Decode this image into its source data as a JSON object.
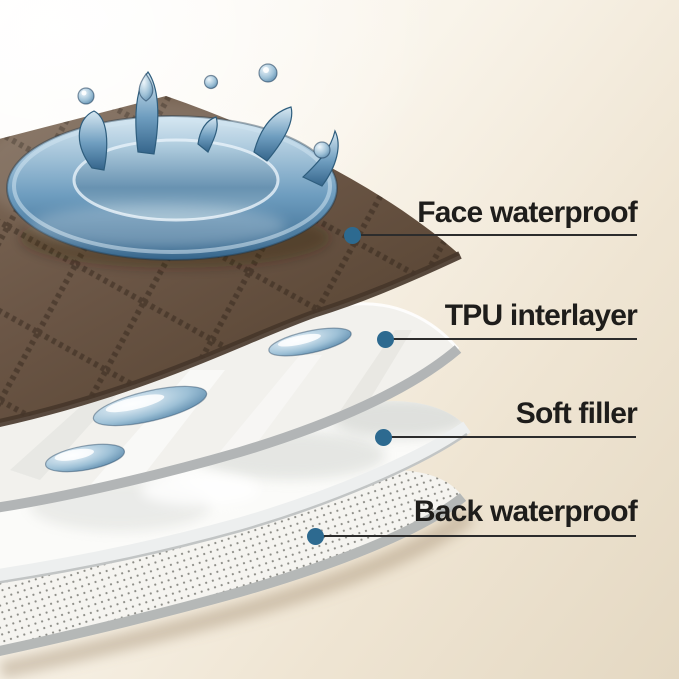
{
  "scene": {
    "kind": "product-layer-diagram",
    "background_top_left": "#fdfdfb",
    "background_bottom_right": "#e4d8c2"
  },
  "callouts": [
    {
      "label": "Face waterproof"
    },
    {
      "label": "TPU interlayer"
    },
    {
      "label": "Soft filler"
    },
    {
      "label": "Back waterproof"
    }
  ],
  "style": {
    "dot_color": "#2d6a90",
    "line_color": "#2c2c2c",
    "label_color": "#1e1d1b"
  },
  "layers": [
    {
      "name": "face-waterproof-fabric",
      "color": "#6b5646"
    },
    {
      "name": "tpu-interlayer-film",
      "color": "#f2f1ed"
    },
    {
      "name": "soft-filler-padding",
      "color": "#fbfbf9"
    },
    {
      "name": "back-waterproof-fabric",
      "color": "#f5f4f0"
    }
  ],
  "splash": {
    "name": "water-splash",
    "main_color": "#6e9dbf"
  }
}
